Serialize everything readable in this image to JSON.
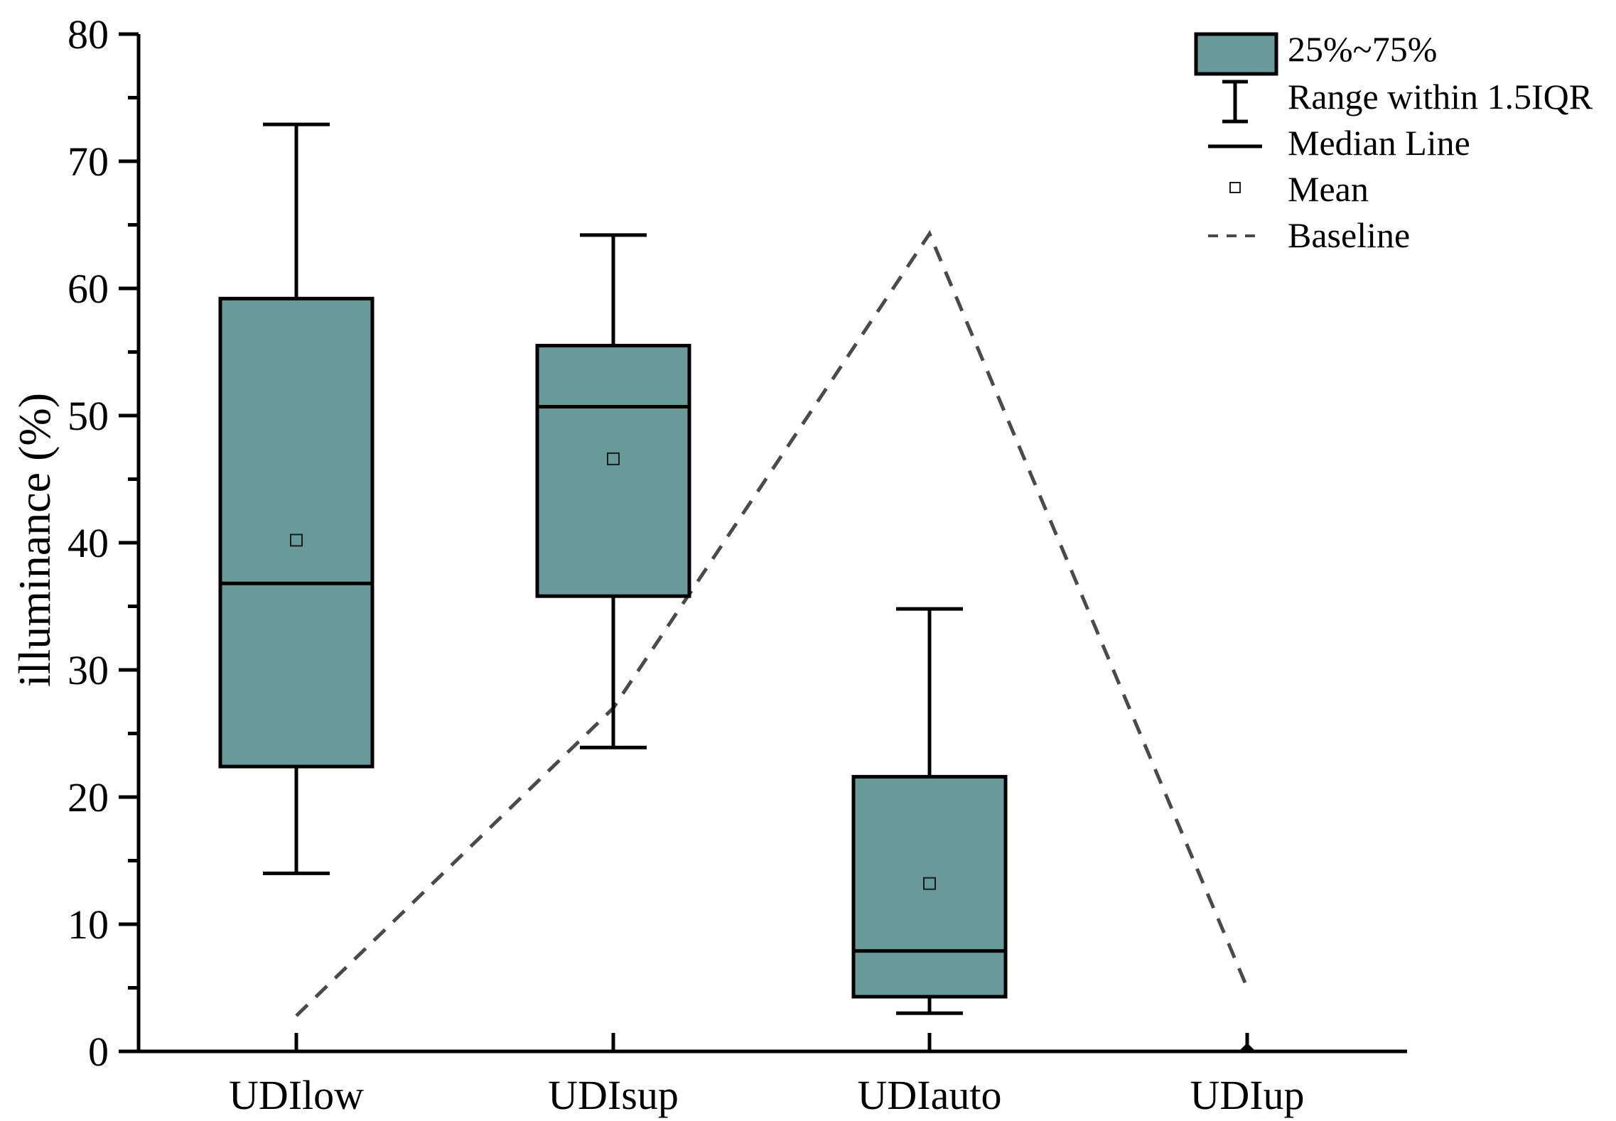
{
  "chart_data": {
    "type": "box",
    "categories": [
      "UDIlow",
      "UDIsup",
      "UDIauto",
      "UDIup"
    ],
    "ylabel": "illuminance (%)",
    "xlabel": "",
    "ylim": [
      0,
      80
    ],
    "yticks": [
      0,
      10,
      20,
      30,
      40,
      50,
      60,
      70,
      80
    ],
    "boxes": [
      {
        "category": "UDIlow",
        "whisker_low": 14.0,
        "q1": 22.4,
        "median": 36.8,
        "q3": 59.2,
        "whisker_high": 72.9,
        "mean": 40.2
      },
      {
        "category": "UDIsup",
        "whisker_low": 23.9,
        "q1": 35.8,
        "median": 50.7,
        "q3": 55.5,
        "whisker_high": 64.2,
        "mean": 46.6
      },
      {
        "category": "UDIauto",
        "whisker_low": 3.0,
        "q1": 4.3,
        "median": 7.9,
        "q3": 21.6,
        "whisker_high": 34.8,
        "mean": 13.2
      },
      {
        "category": "UDIup",
        "whisker_low": 0.0,
        "q1": 0.0,
        "median": 0.0,
        "q3": 0.0,
        "whisker_high": 1.3,
        "mean": 0.0
      }
    ],
    "baseline": {
      "values": [
        2.8,
        27.0,
        64.3,
        5.0
      ]
    },
    "legend": {
      "position": "top-right",
      "items": [
        {
          "key": "box",
          "label": "25%~75%"
        },
        {
          "key": "whisker",
          "label": "Range within 1.5IQR"
        },
        {
          "key": "median",
          "label": "Median Line"
        },
        {
          "key": "mean",
          "label": "Mean"
        },
        {
          "key": "baseline",
          "label": "Baseline"
        }
      ]
    },
    "colors": {
      "box_fill": "#679a98",
      "stroke": "#000000",
      "baseline": "#4a4a4a"
    }
  }
}
